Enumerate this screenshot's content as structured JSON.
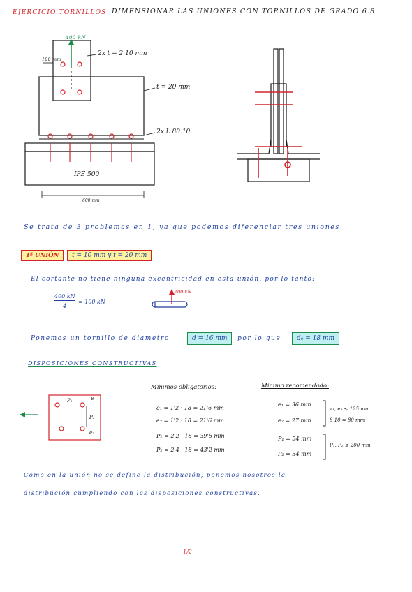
{
  "header": {
    "left": "EJERCICIO TORNILLOS",
    "right": "DIMENSIONAR LAS UNIONES CON TORNILLOS DE GRADO 6.8"
  },
  "sketch": {
    "load": "400 kN",
    "offset": "100 mm",
    "plate_label": "2x t = 2·10 mm",
    "gusset_label": "t = 20 mm",
    "angle_label": "2x L 80.10",
    "beam_label": "IPE 500",
    "width_label": "600 mm"
  },
  "intro": "Se trata de 3 problemas en 1, ya que podemos diferenciar tres uniones.",
  "union1": {
    "tag": "1ª UNIÓN",
    "thickness": "t = 10 mm   y   t = 20 mm"
  },
  "shear": {
    "text": "El cortante no tiene ninguna excentricidad en esta unión, por lo tanto:",
    "numerator": "400 kN",
    "denominator": "4",
    "result": "= 100 kN",
    "bolt_load": "100 kN"
  },
  "diameter": {
    "text": "Ponemos un tornillo de diametro",
    "d_box": "d = 16 mm",
    "mid": "por lo que",
    "d0_box": "d₀ = 18 mm"
  },
  "dispositions": {
    "title": "DISPOSICIONES CONSTRUCTIVAS",
    "min_title": "Mínimos obligatorios:",
    "rec_title": "Mínimo recomendado:",
    "min_rows": [
      "e₁ = 1'2 · 18 = 21'6 mm",
      "e₂ = 1'2 · 18 = 21'6 mm",
      "P₁ = 2'2 · 18 = 39'6 mm",
      "P₂ = 2'4 · 18 = 43'2 mm"
    ],
    "rec_rows": [
      "e₁ = 36 mm",
      "e₂ = 27 mm",
      "P₁ = 54 mm",
      "P₂ = 54 mm"
    ],
    "rec_notes": [
      "e₁, e₂ ≤ 125 mm",
      "8·10 = 80 mm",
      "P₁, P₂ ≤ 200 mm"
    ],
    "diagram_labels": {
      "p1": "P₁",
      "e": "e",
      "p2": "P₂",
      "e2": "e₂"
    }
  },
  "closing": [
    "Como en la unión no se define la distribución, ponemos nosotros la",
    "distribución cumpliendo con las disposiciones constructivas."
  ],
  "page_number": "1/2",
  "colors": {
    "red": "#d2232a",
    "blue": "#1f3f9e",
    "green": "#1b8a4a",
    "highlight_yellow": "#fff3a0",
    "highlight_cyan": "#bff0f0"
  }
}
